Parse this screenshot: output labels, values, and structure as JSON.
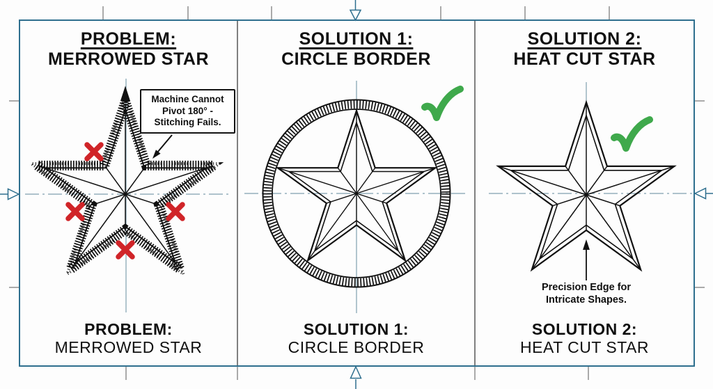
{
  "colors": {
    "frame": "#2e6f8e",
    "tick": "#8f8f8f",
    "crosshair": "#7fa0ae",
    "ink": "#111111",
    "fail_red": "#d02428",
    "success_green": "#3fa94c"
  },
  "panels": [
    {
      "name": "problem-merrowed-star",
      "header": [
        "PROBLEM:",
        "MERROWED STAR"
      ],
      "caption": [
        "PROBLEM:",
        "MERROWED STAR"
      ],
      "callout": [
        "Machine Cannot",
        "Pivot 180° -",
        "Stitching Fails."
      ],
      "result_icon": "x-mark-icon"
    },
    {
      "name": "solution-1-circle-border",
      "header": [
        "SOLUTION 1:",
        "CIRCLE BORDER"
      ],
      "caption": [
        "SOLUTION 1:",
        "CIRCLE BORDER"
      ],
      "result_icon": "check-icon"
    },
    {
      "name": "solution-2-heat-cut-star",
      "header": [
        "SOLUTION 2:",
        "HEAT CUT STAR"
      ],
      "caption": [
        "SOLUTION 2:",
        "HEAT CUT STAR"
      ],
      "annotation": [
        "Precision Edge for",
        "Intricate Shapes."
      ],
      "result_icon": "check-icon"
    }
  ]
}
